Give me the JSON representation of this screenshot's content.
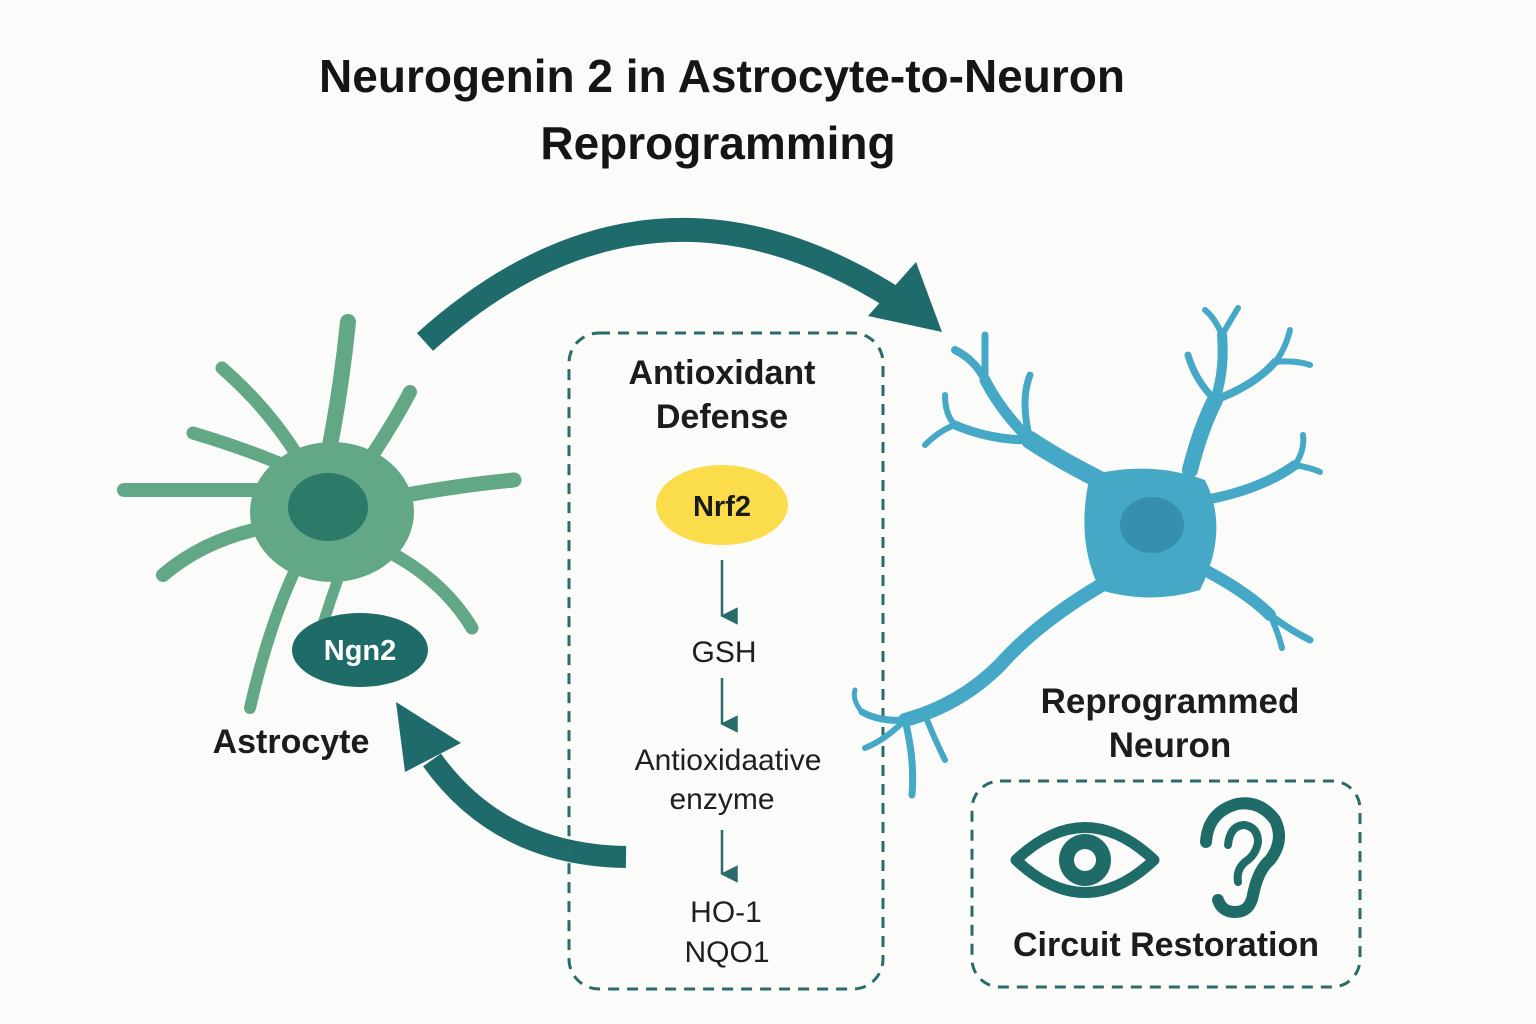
{
  "title": {
    "line1": "Neurogenin 2 in Astrocyte-to-Neuron",
    "line2": "Reprogramming"
  },
  "astrocyte": {
    "label": "Astrocyte",
    "factor": "Ngn2"
  },
  "neuron": {
    "label_line1": "Reprogrammed",
    "label_line2": "Neuron"
  },
  "antioxidant_box": {
    "title_line1": "Antioxidant",
    "title_line2": "Defense",
    "nrf2": "Nrf2",
    "gsh": "GSH",
    "enzyme_line1": "Antioxidaative",
    "enzyme_line2": "enzyme",
    "ho1": "HO-1",
    "nqo1": "NQO1"
  },
  "circuit_box": {
    "label": "Circuit Restoration",
    "icons": [
      "eye-icon",
      "ear-icon"
    ]
  },
  "colors": {
    "astrocyte": "#63a886",
    "astrocyte_nucleus": "#2e7a68",
    "neuron": "#44a8c6",
    "neuron_nucleus": "#3690ad",
    "arrow": "#1f6b6b",
    "ngn2_badge": "#1e6b68",
    "nrf2_badge": "#fbdc4b",
    "box_border": "#2a6b6b"
  }
}
